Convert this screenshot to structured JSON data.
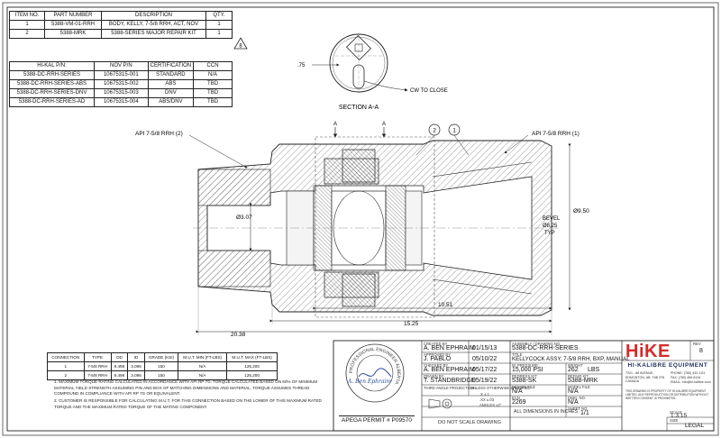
{
  "bom": {
    "headers": [
      "ITEM NO.",
      "PART NUMBER",
      "DESCRIPTION",
      "QTY."
    ],
    "rows": [
      {
        "item": "1",
        "part": "5388-VM-01-RRH",
        "desc": "BODY, KELLY, 7-5/8 RRH, ACT, NOV",
        "qty": "1"
      },
      {
        "item": "2",
        "part": "5388-MRK",
        "desc": "5388-SERIES MAJOR REPAIR KIT",
        "qty": "1"
      }
    ],
    "flag": "8"
  },
  "pn_table": {
    "headers": [
      "HI-KAL P/N:",
      "NOV P/N",
      "CERTIFICATION",
      "CCN"
    ],
    "rows": [
      {
        "hikal": "5388-DC-RRH-SERIES",
        "nov": "10675315-001",
        "cert": "STANDARD",
        "ccn": "N/A"
      },
      {
        "hikal": "5388-DC-RRH-SERIES-ABS",
        "nov": "10675315-002",
        "cert": "ABS",
        "ccn": "TBD"
      },
      {
        "hikal": "5388-DC-RRH-SERIES-DNV",
        "nov": "10675315-003",
        "cert": "DNV",
        "ccn": "TBD"
      },
      {
        "hikal": "5388-DC-RRH-SERIES-AD",
        "nov": "10675315-004",
        "cert": "ABS/DNV",
        "ccn": "TBD"
      }
    ]
  },
  "drawing": {
    "section_dim": ".75",
    "cw_label": "CW TO CLOSE",
    "section_label": "SECTION A-A",
    "cut_left": "A",
    "cut_right": "A",
    "api_left": "API 7-5/8 RRH (2)",
    "api_right": "API 7-5/8 RRH (1)",
    "balloon_1": "1",
    "balloon_2": "2",
    "dim_bore": "Ø3.07",
    "dim_od": "Ø9.50",
    "bevel_1": "BEVEL",
    "bevel_2": "Ø8.25",
    "bevel_3": "TYP",
    "dim_1051": "10.51",
    "dim_1525": "15.25",
    "dim_2038": "20.38"
  },
  "torque": {
    "headers": [
      "CONNECTION",
      "TYPE",
      "OD",
      "ID",
      "GRADE (KSI)",
      "M.U.T. MIN (FT-LBS)",
      "M.U.T. MAX (FT-LBS)"
    ],
    "rows": [
      {
        "conn": "1",
        "type": "7-5/8 RRH",
        "od": "9.498",
        "id": "3.095",
        "grade": "150",
        "min": "N/A",
        "max": "125,200"
      },
      {
        "conn": "2",
        "type": "7-5/8 RRH",
        "od": "9.498",
        "id": "3.095",
        "grade": "150",
        "min": "N/A",
        "max": "125,200"
      }
    ]
  },
  "notes": [
    "1. MAXIMUM TORQUE RATING CALCULATED IN ACCORDANCE WITH API RP 7G. TORQUE CALCULATED BASED ON 60% OF MINIMUM MATERIAL YIELD STRENGTH ASSUMING PIN AND BOX OF MATCHING DIMENSIONS AND MATERIAL. TORQUE ASSUMES THREAD COMPOUND IN COMPLIANCE WITH API RP 7G OR EQUIVALENT.",
    "2. CUSTOMER IS RESPONSIBLE FOR CALCULATING M.U.T. FOR THIS CONNECTION BASED ON THE LOWER OF THIS MAXIMUM RATED TORQUE AND THE MAXIMUM RATED TORQUE OF THE MATING COMPONENT."
  ],
  "stamp": {
    "ring": "PROFESSIONAL ENGINEER ALBERTA",
    "signature": "A. Ben Ephraim",
    "permit": "APEGA PERMIT # P09570"
  },
  "title_block": {
    "created_by_label": "CREATED BY",
    "created_by": "A. BEN EPHRAIM",
    "created_date": "01/15/13",
    "approved_by_label": "APPROVED BY",
    "approved_by": "J. PABLO",
    "approved_date": "05/10/22",
    "checked_by_label": "CHECKED BY",
    "checked_by": "A. BEN EPHRAIM",
    "checked_date": "05/17/22",
    "drawn_by_label": "DRAWN BY",
    "drawn_by": "T. STANDBRIDGE",
    "drawn_date": "05/19/22",
    "projection_label": "THIRD ANGLE PROJECTION",
    "tolerance_label": "UNLESS OTHERWISE SPECIFIED",
    "tol_1": ".X  ±.1",
    "tol_2": ".XX ±.03",
    "tol_3": "ANGLES ±2°",
    "no_scale": "DO NOT SCALE DRAWING",
    "assembly_label": "ASSEMBLY / DRAWING NO.",
    "assembly": "5388-DC-RRH-SERIES",
    "title_label": "TITLE",
    "title": "KELLYCOCK ASSY, 7-5/8 RRH, BXP, MANUAL",
    "wp_label": "W. PRESSURE",
    "wp": "15,000 PSI",
    "weight_label": "WEIGHT",
    "weight": "262",
    "weight_unit": "LBS",
    "redress_label": "REDRESS KIT",
    "redress": "5388-SK",
    "repair_label": "REPAIR KIT",
    "repair": "5388-MRK",
    "design_label": "DESIGN FILE",
    "design": "N/A",
    "model_label": "MODEL FILE",
    "model": "N/A",
    "ecn_label": "ECN",
    "ecn": "2269",
    "dwgno_label": "DWG. NO.",
    "dwgno": "N/A",
    "units": "ALL DIMENSIONS IN INCHES",
    "sheet_label": "SHEET NO.",
    "sheet": "1/1",
    "scale_label": "SCALE",
    "scale": "1:3.15",
    "size_label": "SIZE",
    "size": "LEGAL",
    "rev_label": "REV",
    "rev": "8"
  },
  "company": {
    "logo_text": "HiKE",
    "name": "HI-KALIBRE EQUIPMENT",
    "address": "7321 - 68 AVENUE, EDMONTON, AB, T6B 3T6 CANADA",
    "phone": "PHONE: (780) 432-1111  FAX: (780) 469-8134",
    "email": "EMAIL: info@hi-kalibre.com",
    "disclaimer": "THIS DRAWING IS PROPERTY OF HI-KALIBRE EQUIPMENT LIMITED. ANY REPRODUCTION OR DISTRIBUTION WITHOUT WRITTEN CONSENT IS PROHIBITED.",
    "brand_color": "#d42a2a",
    "navy": "#1b2d5b"
  }
}
